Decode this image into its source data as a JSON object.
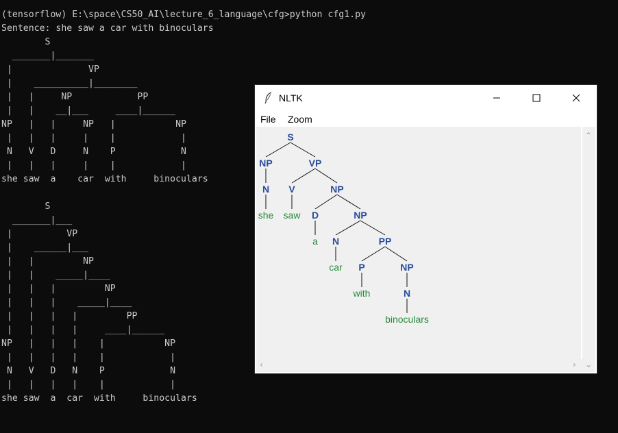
{
  "terminal": {
    "lines": [
      "(tensorflow) E:\\space\\CS50_AI\\lecture_6_language\\cfg>python cfg1.py",
      "Sentence: she saw a car with binoculars",
      "        S",
      "  _______|_______",
      " |              VP",
      " |    __________|________",
      " |   |     NP            PP",
      " |   |    __|___     ____|______",
      "NP   |   |     NP   |           NP",
      " |   |   |     |    |            |",
      " N   V   D     N    P            N",
      " |   |   |     |    |            |",
      "she saw  a    car  with     binoculars",
      "",
      "        S",
      "  _______|___",
      " |          VP",
      " |    ______|___",
      " |   |         NP",
      " |   |    _____|____",
      " |   |   |         NP",
      " |   |   |    _____|____",
      " |   |   |   |         PP",
      " |   |   |   |     ____|______",
      "NP   |   |   |    |           NP",
      " |   |   |   |    |            |",
      " N   V   D   N    P            N",
      " |   |   |   |    |            |",
      "she saw  a  car  with     binoculars"
    ]
  },
  "window": {
    "title": "NLTK",
    "icon": "feather-icon",
    "controls": [
      "minimize",
      "maximize",
      "close"
    ],
    "menu": {
      "file": "File",
      "zoom": "Zoom"
    }
  },
  "tree": {
    "nodes": [
      {
        "id": "s",
        "text": "S",
        "kind": "nt",
        "parent": null
      },
      {
        "id": "np1",
        "text": "NP",
        "kind": "nt",
        "parent": "s"
      },
      {
        "id": "vp",
        "text": "VP",
        "kind": "nt",
        "parent": "s"
      },
      {
        "id": "n1",
        "text": "N",
        "kind": "nt",
        "parent": "np1"
      },
      {
        "id": "she",
        "text": "she",
        "kind": "t",
        "parent": "n1"
      },
      {
        "id": "v",
        "text": "V",
        "kind": "nt",
        "parent": "vp"
      },
      {
        "id": "saw",
        "text": "saw",
        "kind": "t",
        "parent": "v"
      },
      {
        "id": "np2",
        "text": "NP",
        "kind": "nt",
        "parent": "vp"
      },
      {
        "id": "d",
        "text": "D",
        "kind": "nt",
        "parent": "np2"
      },
      {
        "id": "a",
        "text": "a",
        "kind": "t",
        "parent": "d"
      },
      {
        "id": "np3",
        "text": "NP",
        "kind": "nt",
        "parent": "np2"
      },
      {
        "id": "n2",
        "text": "N",
        "kind": "nt",
        "parent": "np3"
      },
      {
        "id": "car",
        "text": "car",
        "kind": "t",
        "parent": "n2"
      },
      {
        "id": "pp",
        "text": "PP",
        "kind": "nt",
        "parent": "np3"
      },
      {
        "id": "p",
        "text": "P",
        "kind": "nt",
        "parent": "pp"
      },
      {
        "id": "with",
        "text": "with",
        "kind": "t",
        "parent": "p"
      },
      {
        "id": "np4",
        "text": "NP",
        "kind": "nt",
        "parent": "pp"
      },
      {
        "id": "n3",
        "text": "N",
        "kind": "nt",
        "parent": "np4"
      },
      {
        "id": "binoculars",
        "text": "binoculars",
        "kind": "t",
        "parent": "n3"
      }
    ]
  },
  "colors": {
    "terminal_bg": "#0c0c0c",
    "terminal_fg": "#cccccc",
    "nonterminal": "#2a4d9b",
    "terminal_word": "#2a8a3c",
    "edge": "#111111",
    "canvas_bg": "#f0f0f0"
  }
}
